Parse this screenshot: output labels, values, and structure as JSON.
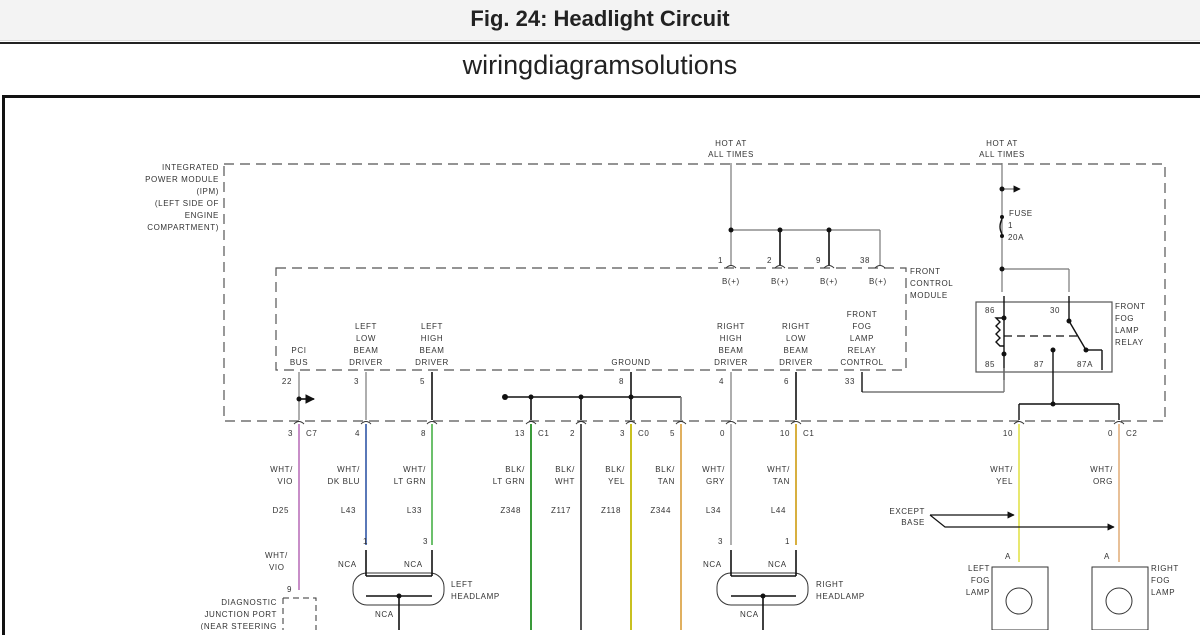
{
  "header": {
    "title": "Fig. 24: Headlight Circuit",
    "subtitle": "wiringdiagramsolutions"
  },
  "ipm": {
    "label": [
      "INTEGRATED",
      "POWER MODULE",
      "(IPM)",
      "(LEFT SIDE OF",
      "ENGINE",
      "COMPARTMENT)"
    ]
  },
  "power_sources": [
    {
      "label": [
        "HOT AT",
        "ALL TIMES"
      ]
    },
    {
      "label": [
        "HOT AT",
        "ALL TIMES"
      ]
    }
  ],
  "fuse": {
    "label": "FUSE",
    "number": "1",
    "rating": "20A"
  },
  "fcm": {
    "label": [
      "FRONT",
      "CONTROL",
      "MODULE"
    ],
    "bplus_pins": [
      {
        "pin": "1",
        "label": "B(+)"
      },
      {
        "pin": "2",
        "label": "B(+)"
      },
      {
        "pin": "9",
        "label": "B(+)"
      },
      {
        "pin": "38",
        "label": "B(+)"
      }
    ],
    "outputs": [
      {
        "pin": "22",
        "label": [
          "PCI",
          "BUS"
        ]
      },
      {
        "pin": "3",
        "label": [
          "LEFT",
          "LOW",
          "BEAM",
          "DRIVER"
        ]
      },
      {
        "pin": "5",
        "label": [
          "LEFT",
          "HIGH",
          "BEAM",
          "DRIVER"
        ]
      },
      {
        "pin": "8",
        "label": [
          "GROUND"
        ]
      },
      {
        "pin": "4",
        "label": [
          "RIGHT",
          "HIGH",
          "BEAM",
          "DRIVER"
        ]
      },
      {
        "pin": "6",
        "label": [
          "RIGHT",
          "LOW",
          "BEAM",
          "DRIVER"
        ]
      },
      {
        "pin": "33",
        "label": [
          "FRONT",
          "FOG",
          "LAMP",
          "RELAY",
          "CONTROL"
        ]
      }
    ]
  },
  "relay": {
    "label": [
      "FRONT",
      "FOG",
      "LAMP",
      "RELAY"
    ],
    "terminals": [
      "86",
      "30",
      "85",
      "87",
      "87A"
    ]
  },
  "wires": [
    {
      "pin": "3",
      "connector": "C7",
      "color_code": [
        "WHT/",
        "VIO"
      ],
      "circuit": "D25",
      "hex": "#c88ec8"
    },
    {
      "pin": "4",
      "connector": "",
      "color_code": [
        "WHT/",
        "DK BLU"
      ],
      "circuit": "L43",
      "hex": "#5a78b8"
    },
    {
      "pin": "8",
      "connector": "",
      "color_code": [
        "WHT/",
        "LT GRN"
      ],
      "circuit": "L33",
      "hex": "#6cc06c"
    },
    {
      "pin": "13",
      "connector": "C1",
      "color_code": [
        "BLK/",
        "LT GRN"
      ],
      "circuit": "Z348",
      "hex": "#3a9a3a"
    },
    {
      "pin": "2",
      "connector": "",
      "color_code": [
        "BLK/",
        "WHT"
      ],
      "circuit": "Z117",
      "hex": "#555555"
    },
    {
      "pin": "3",
      "connector": "C0",
      "color_code": [
        "BLK/",
        "YEL"
      ],
      "circuit": "Z118",
      "hex": "#c8c020"
    },
    {
      "pin": "5",
      "connector": "",
      "color_code": [
        "BLK/",
        "TAN"
      ],
      "circuit": "Z344",
      "hex": "#e0b060"
    },
    {
      "pin": "0",
      "connector": "",
      "color_code": [
        "WHT/",
        "GRY"
      ],
      "circuit": "L34",
      "hex": "#b0b0b0"
    },
    {
      "pin": "10",
      "connector": "C1",
      "color_code": [
        "WHT/",
        "TAN"
      ],
      "circuit": "L44",
      "hex": "#d8b040"
    },
    {
      "pin": "10",
      "connector": "",
      "color_code": [
        "WHT/",
        "YEL"
      ],
      "circuit": "",
      "hex": "#e8e870"
    },
    {
      "pin": "0",
      "connector": "C2",
      "color_code": [
        "WHT/",
        "ORG"
      ],
      "circuit": "",
      "hex": "#e8c098"
    }
  ],
  "except_base": [
    "EXCEPT",
    "BASE"
  ],
  "diagnostic_port": {
    "pin": "9",
    "color_code": [
      "WHT/",
      "VIO"
    ],
    "label": [
      "DIAGNOSTIC",
      "JUNCTION PORT",
      "(NEAR STEERING"
    ]
  },
  "left_headlamp": {
    "label": [
      "LEFT",
      "HEADLAMP"
    ],
    "pins": [
      "1",
      "3"
    ],
    "nca": [
      "NCA",
      "NCA",
      "NCA"
    ]
  },
  "right_headlamp": {
    "label": [
      "RIGHT",
      "HEADLAMP"
    ],
    "pins": [
      "3",
      "1"
    ],
    "nca": [
      "NCA",
      "NCA",
      "NCA"
    ]
  },
  "left_fog": {
    "pin": "A",
    "label": [
      "LEFT",
      "FOG",
      "LAMP"
    ]
  },
  "right_fog": {
    "pin": "A",
    "label": [
      "RIGHT",
      "FOG",
      "LAMP"
    ]
  }
}
